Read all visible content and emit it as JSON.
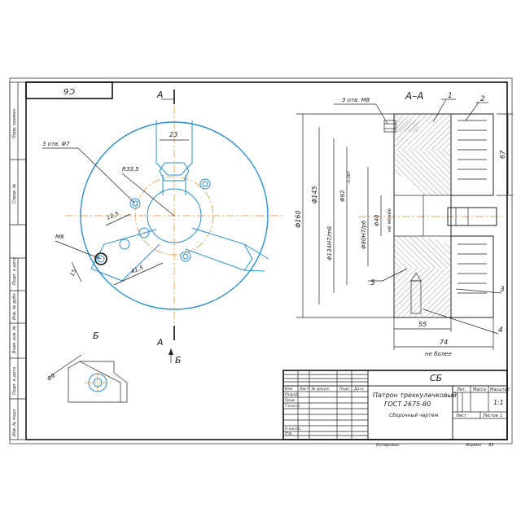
{
  "frame": {
    "top_left_box": "9Ɔ",
    "side_labels": [
      "Перв. примен.",
      "Справ. №",
      "Подп. и дата",
      "Инв. № дубл.",
      "Взам. инв. №",
      "Подп. и дата",
      "Инв. № подл."
    ]
  },
  "front_view": {
    "section_letter_top": "А",
    "section_letter_bottom": "А",
    "view_b_letter": "Б",
    "dim_slot": "23",
    "label_3holes": "3 отв. Φ7",
    "label_radius": "R33,5",
    "label_m8": "M8",
    "dim_12_5": "12,5",
    "dim_41_5": "41,5",
    "dim_15": "15"
  },
  "view_b": {
    "title": "Б",
    "dim": "Φ9"
  },
  "section_view": {
    "title": "А–А",
    "label_holes": "3 отв. M8",
    "callouts": [
      "1",
      "2",
      "3",
      "4",
      "5"
    ],
    "dim_160": "Φ160",
    "dim_145": "Φ145",
    "dim_134": "Φ134H7/m6",
    "dim_92": "Φ92",
    "dim_92_tol": "-0,087",
    "dim_80": "Φ80H7/p6",
    "dim_40": "Φ40",
    "dim_40_note": "не менее",
    "dim_67": "67",
    "dim_55": "55",
    "dim_74": "74",
    "dim_74_note": "не более"
  },
  "title_block": {
    "doc_code": "СБ",
    "name_line1": "Патрон трехкулачковый",
    "name_line2": "ГОСТ 2675-80",
    "name_line3": "Сборочный чертеж",
    "col_lit": "Лит.",
    "col_mass": "Масса",
    "col_scale": "Масштаб",
    "scale_value": "1:1",
    "sheet_label": "Лист",
    "sheets_label": "Листов",
    "sheets_value": "1",
    "header_cols": [
      "Изм",
      "Лист",
      "№ докум.",
      "Подп.",
      "Дата"
    ],
    "rows": [
      "Разраб.",
      "Пров.",
      "Т.контр.",
      "",
      "Н.контр.",
      "Утв."
    ],
    "copied": "Копировал",
    "format": "Формат",
    "format_value": "А3"
  }
}
